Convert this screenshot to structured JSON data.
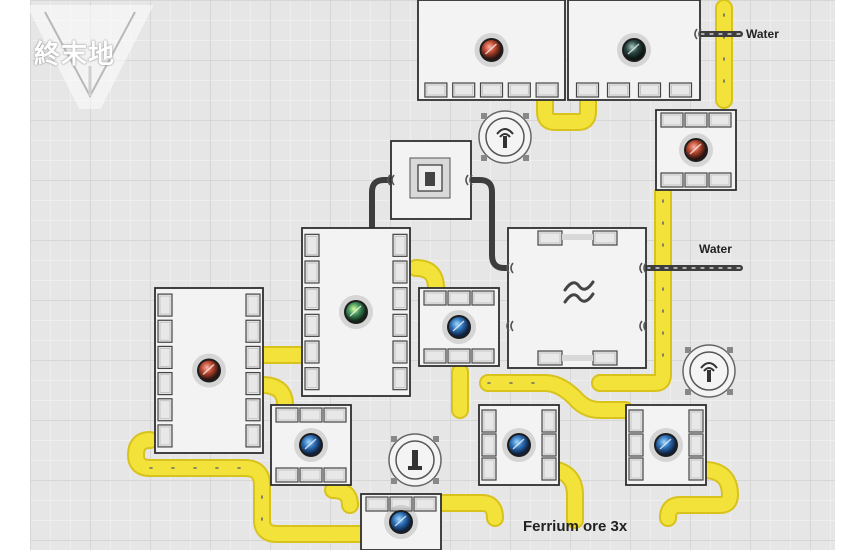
{
  "logo": {
    "text": "終末地",
    "accent_color": "#ffffff"
  },
  "labels": {
    "water_1": "Water",
    "water_2": "Water",
    "output_caption": "Ferrium ore 3x"
  },
  "icons": {
    "hub_center": "ore-processing-hub-icon",
    "depot": "depot-cabinet-icon",
    "power_pylon": "power-pylon-icon",
    "relay_tower": "relay-tower-icon"
  },
  "colors": {
    "belt": "#f2e23a",
    "belt_edge": "#d8c21c",
    "pipe": "#4a4a4a",
    "machine_fill": "#f3f3f3",
    "machine_border": "#2f2f2f",
    "port_fill": "#e8e8e8"
  }
}
